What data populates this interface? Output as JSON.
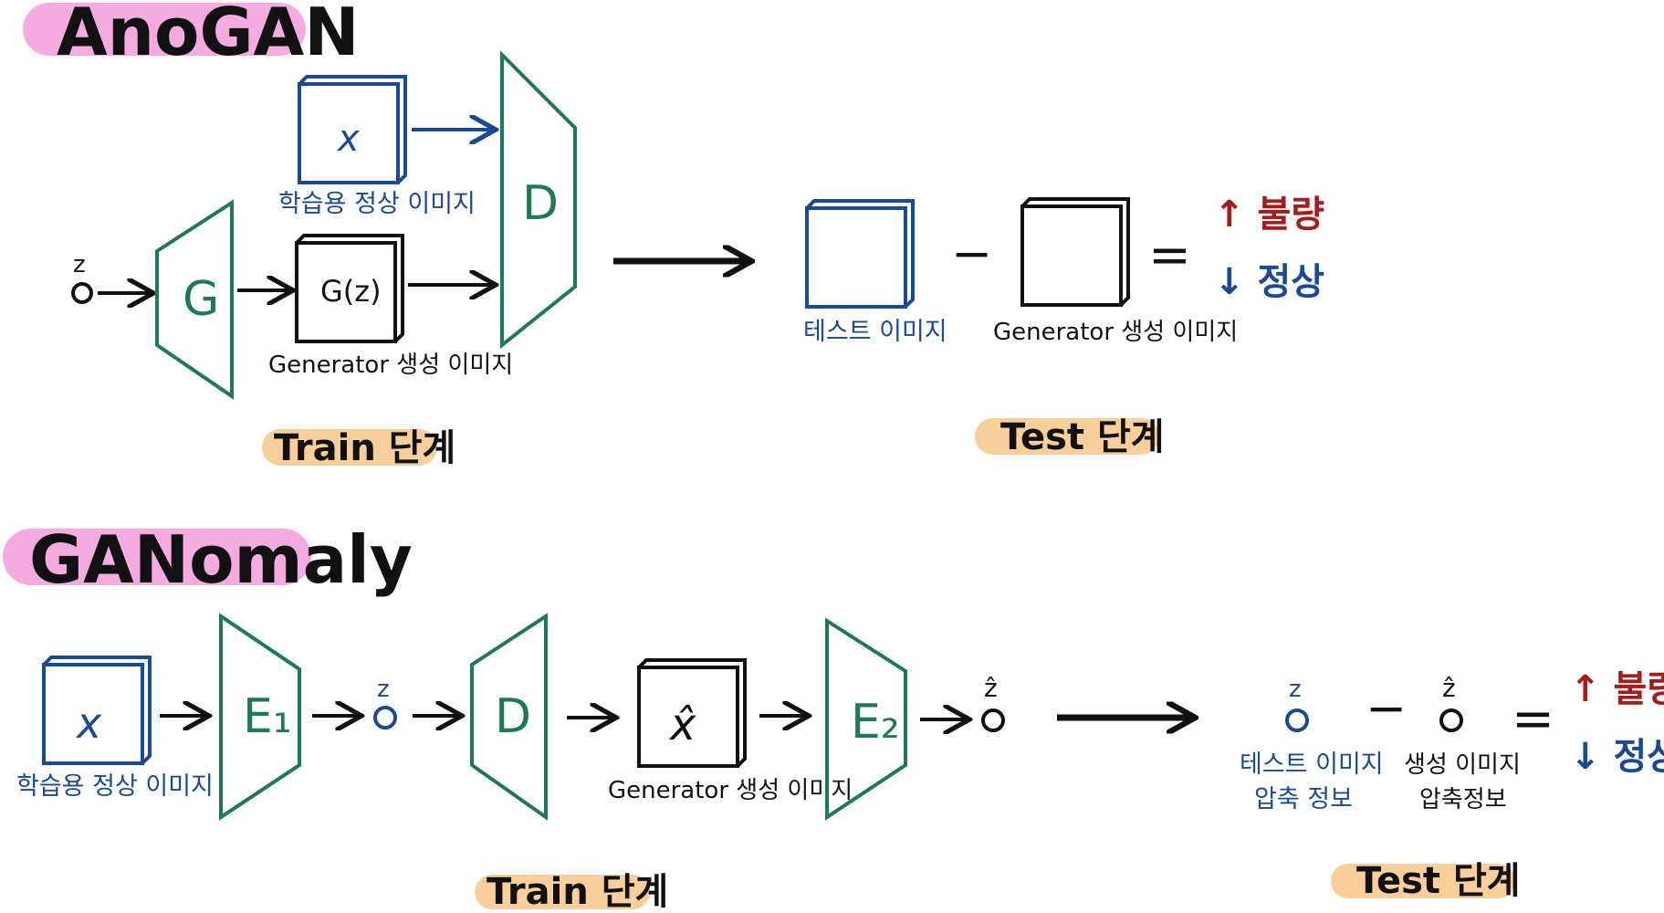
{
  "colors": {
    "blue": "#1b4a94",
    "green": "#1d7a52",
    "black": "#111111",
    "red": "#a31d1d",
    "pink_highlight": "#f6abe0",
    "orange_highlight": "#f8cf9b"
  },
  "anogan": {
    "title": "AnoGAN",
    "z_symbol": "z",
    "x_symbol": "x",
    "generator_letter": "G",
    "discriminator_letter": "D",
    "generated_symbol": "G(z)",
    "real_image_caption": "학습용 정상 이미지",
    "generated_caption": "Generator 생성 이미지",
    "train_stage": "Train 단계",
    "test_image_caption": "테스트 이미지",
    "test_generated_caption": "Generator 생성 이미지",
    "minus": "−",
    "equals": "=",
    "indicator_up": "↑ 불량",
    "indicator_down": "↓ 정상",
    "test_stage": "Test 단계"
  },
  "ganomaly": {
    "title": "GANomaly",
    "x_symbol": "x",
    "x_hat_symbol": "x̂",
    "z_symbol": "z",
    "z_hat_symbol": "ẑ",
    "encoder1_letter": "E₁",
    "decoder_letter": "D",
    "encoder2_letter": "E₂",
    "real_image_caption": "학습용 정상 이미지",
    "generated_caption": "Generator 생성 이미지",
    "train_stage": "Train 단계",
    "test_code_caption_line1": "테스트 이미지",
    "test_code_caption_line2": "압축 정보",
    "gen_code_caption_line1": "생성 이미지",
    "gen_code_caption_line2": "압축정보",
    "minus": "−",
    "equals": "=",
    "indicator_up": "↑ 불량",
    "indicator_down": "↓ 정상",
    "test_stage": "Test 단계"
  }
}
